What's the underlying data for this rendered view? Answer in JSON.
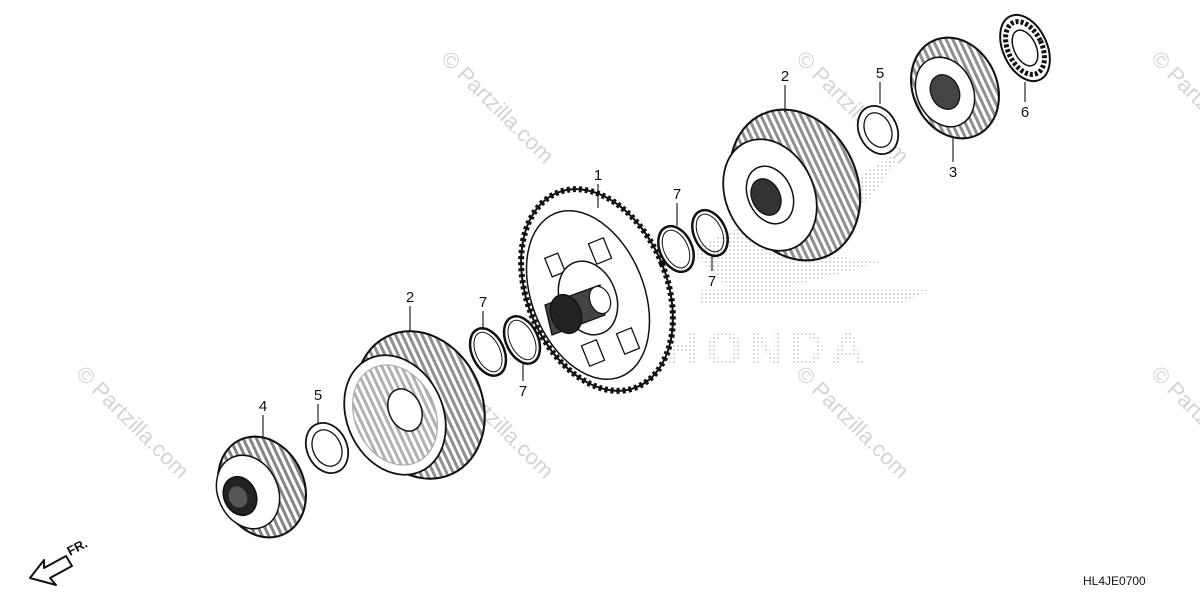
{
  "watermark": {
    "text": "© Partzilla.com",
    "brand": "HONDA"
  },
  "callouts": {
    "c1": "1",
    "c2_top": "2",
    "c2_bottom": "2",
    "c3": "3",
    "c4": "4",
    "c5_top": "5",
    "c5_bottom": "5",
    "c6": "6",
    "c7_a": "7",
    "c7_b": "7",
    "c7_c": "7",
    "c7_d": "7"
  },
  "front_marker": {
    "label": "FR."
  },
  "diagram_code": "HL4JE0700",
  "colors": {
    "ink": "#111111",
    "watermark": "#d4d4d4",
    "honda_dots": "#cfcfcf"
  }
}
